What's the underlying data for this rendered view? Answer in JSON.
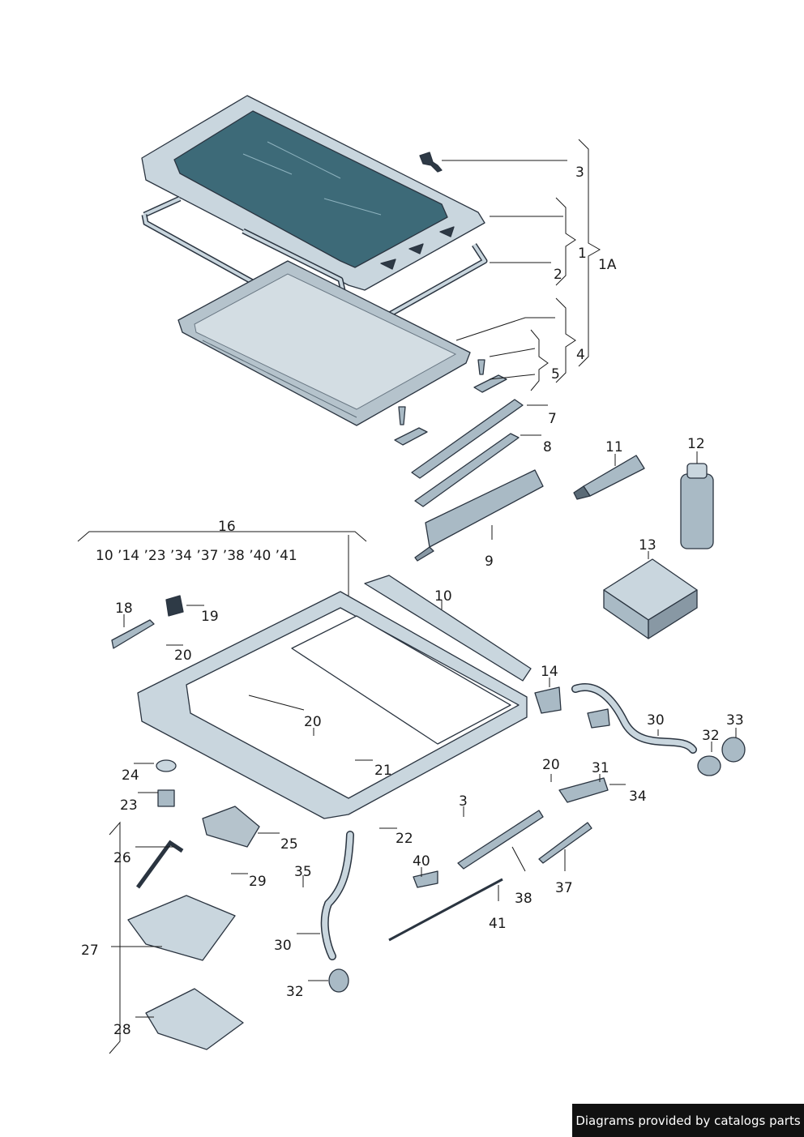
{
  "credit": "Diagrams provided by catalogs parts",
  "colors": {
    "frame": "#c9d6de",
    "glass": "#3d6a78",
    "panel": "#b5c3cc",
    "part": "#a9bac5",
    "dark": "#2e3a46"
  },
  "callouts": {
    "c1": "1",
    "c1A": "1A",
    "c2": "2",
    "c3": "3",
    "c3b": "3",
    "c4": "4",
    "c5": "5",
    "c7": "7",
    "c8": "8",
    "c9": "9",
    "c10": "10",
    "c11": "11",
    "c12": "12",
    "c13": "13",
    "c14": "14",
    "c16": "16",
    "c16list": "10 ʼ14 ʼ23 ʼ34 ʼ37 ʼ38 ʼ40 ʼ41",
    "c18": "18",
    "c19": "19",
    "c20a": "20",
    "c20b": "20",
    "c20c": "20",
    "c21": "21",
    "c22": "22",
    "c23": "23",
    "c24": "24",
    "c25": "25",
    "c26": "26",
    "c27": "27",
    "c28": "28",
    "c29": "29",
    "c30a": "30",
    "c30b": "30",
    "c31": "31",
    "c32a": "32",
    "c32b": "32",
    "c33": "33",
    "c34": "34",
    "c35": "35",
    "c37": "37",
    "c38": "38",
    "c40": "40",
    "c41": "41"
  }
}
